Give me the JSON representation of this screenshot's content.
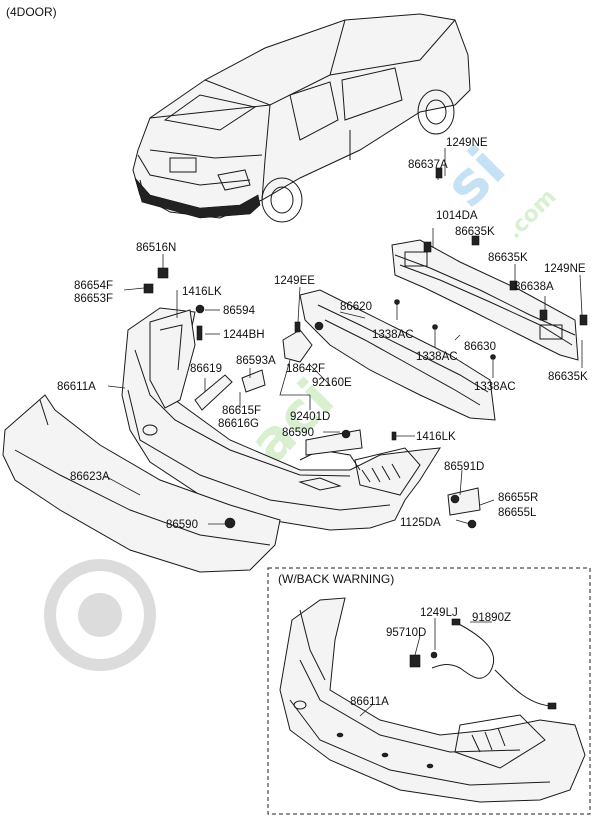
{
  "diagram": {
    "variant_label": "(4DOOR)",
    "inset_label": "(W/BACK WARNING)",
    "watermark": {
      "brand": "parcaci",
      "suffix": "si",
      "domain": ".com",
      "color": "#8fd17a",
      "accent": "#5aa8e0"
    },
    "labels": {
      "p1249NE_a": "1249NE",
      "p86637A": "86637A",
      "p1014DA": "1014DA",
      "p86635K_a": "86635K",
      "p86635K_b": "86635K",
      "p1249NE_b": "1249NE",
      "p86638A": "86638A",
      "p86516N": "86516N",
      "p86654F": "86654F",
      "p86653F": "86653F",
      "p1416LK_a": "1416LK",
      "p86594": "86594",
      "p1244BH": "1244BH",
      "p1249EE": "1249EE",
      "p86620": "86620",
      "p1338AC_a": "1338AC",
      "p1338AC_b": "1338AC",
      "p86630": "86630",
      "p1338AC_c": "1338AC",
      "p86635K_c": "86635K",
      "p86593A": "86593A",
      "p86619": "86619",
      "p18642F": "18642F",
      "p92160E": "92160E",
      "p86611A_a": "86611A",
      "p86615F": "86615F",
      "p86616G": "86616G",
      "p92401D": "92401D",
      "p86590_a": "86590",
      "p1416LK_b": "1416LK",
      "p86623A": "86623A",
      "p86591D": "86591D",
      "p86655R": "86655R",
      "p86655L": "86655L",
      "p1125DA": "1125DA",
      "p86590_b": "86590",
      "p1249LJ": "1249LJ",
      "p91890Z": "91890Z",
      "p95710D": "95710D",
      "p86611A_b": "86611A"
    }
  }
}
